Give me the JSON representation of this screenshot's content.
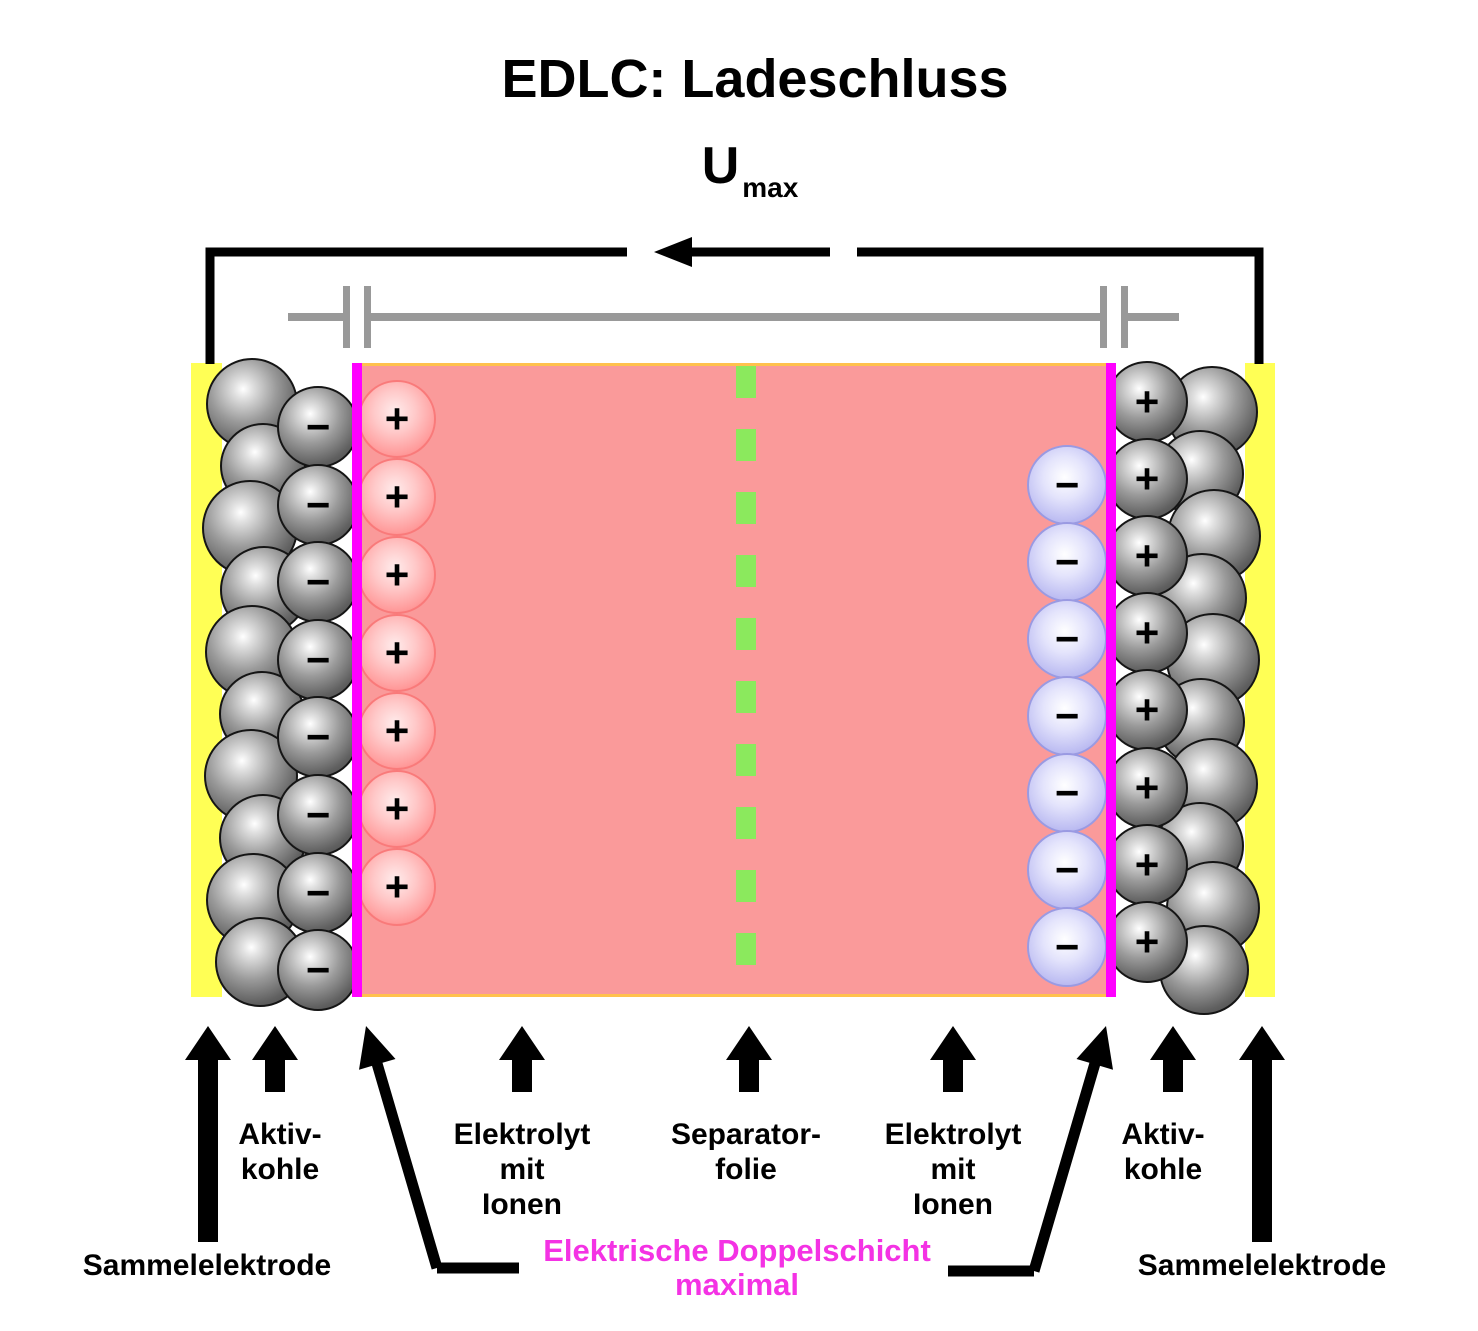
{
  "title": "EDLC: Ladeschluss",
  "voltage": {
    "symbol": "U",
    "subscript": "max"
  },
  "labels": {
    "aktivkohle_left": [
      "Aktiv-",
      "kohle"
    ],
    "elektrolyt_left": [
      "Elektrolyt",
      "mit",
      "Ionen"
    ],
    "separator": [
      "Separator-",
      "folie"
    ],
    "elektrolyt_right": [
      "Elektrolyt",
      "mit",
      "Ionen"
    ],
    "aktivkohle_right": [
      "Aktiv-",
      "kohle"
    ],
    "sammelelektrode_left": "Sammelelektrode",
    "sammelelektrode_right": "Sammelelektrode",
    "double_layer": [
      "Elektrische Doppelschicht",
      "maximal"
    ]
  },
  "ions": {
    "left_carbon_particles": {
      "sign": "−",
      "count": 8
    },
    "left_cations": {
      "sign": "+",
      "count": 7
    },
    "right_anions": {
      "sign": "−",
      "count": 7
    },
    "right_carbon_particles": {
      "sign": "+",
      "count": 8
    }
  },
  "colors": {
    "collector": "#FFFF55",
    "double_layer_line": "#FF00FF",
    "electrolyte": "#FA9A9A",
    "electrolyte_edge": "#FFC14D",
    "separator": "#8BE95D",
    "double_layer_text": "#F432E4",
    "wire": "#000000",
    "capacitor_symbol": "#999999"
  }
}
